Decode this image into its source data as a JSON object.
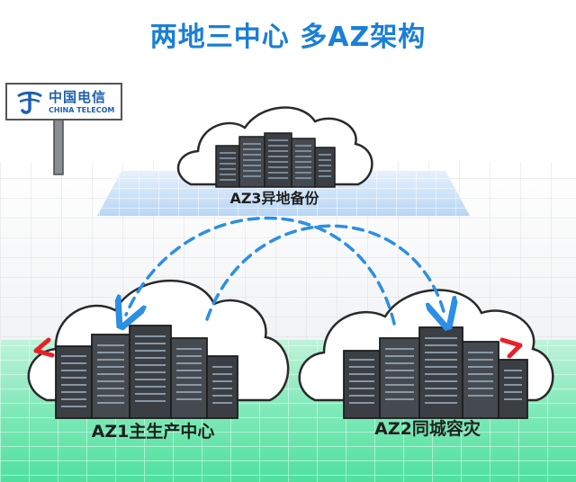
{
  "title": "两地三中心 多AZ架构",
  "brand": {
    "name_cn": "中国电信",
    "name_en": "CHINA TELECOM"
  },
  "nodes": {
    "az3": {
      "label": "AZ3异地备份"
    },
    "az1": {
      "label": "AZ1主生产中心"
    },
    "az2": {
      "label": "AZ2同城容灾"
    }
  },
  "colors": {
    "title": "#1a7fd6",
    "arrow": "#2b8fe6",
    "grid_blue": "#cfe3f8",
    "grid_green": "#59e3a4",
    "brand": "#1d5fb4",
    "accent_red": "#e8202a"
  }
}
